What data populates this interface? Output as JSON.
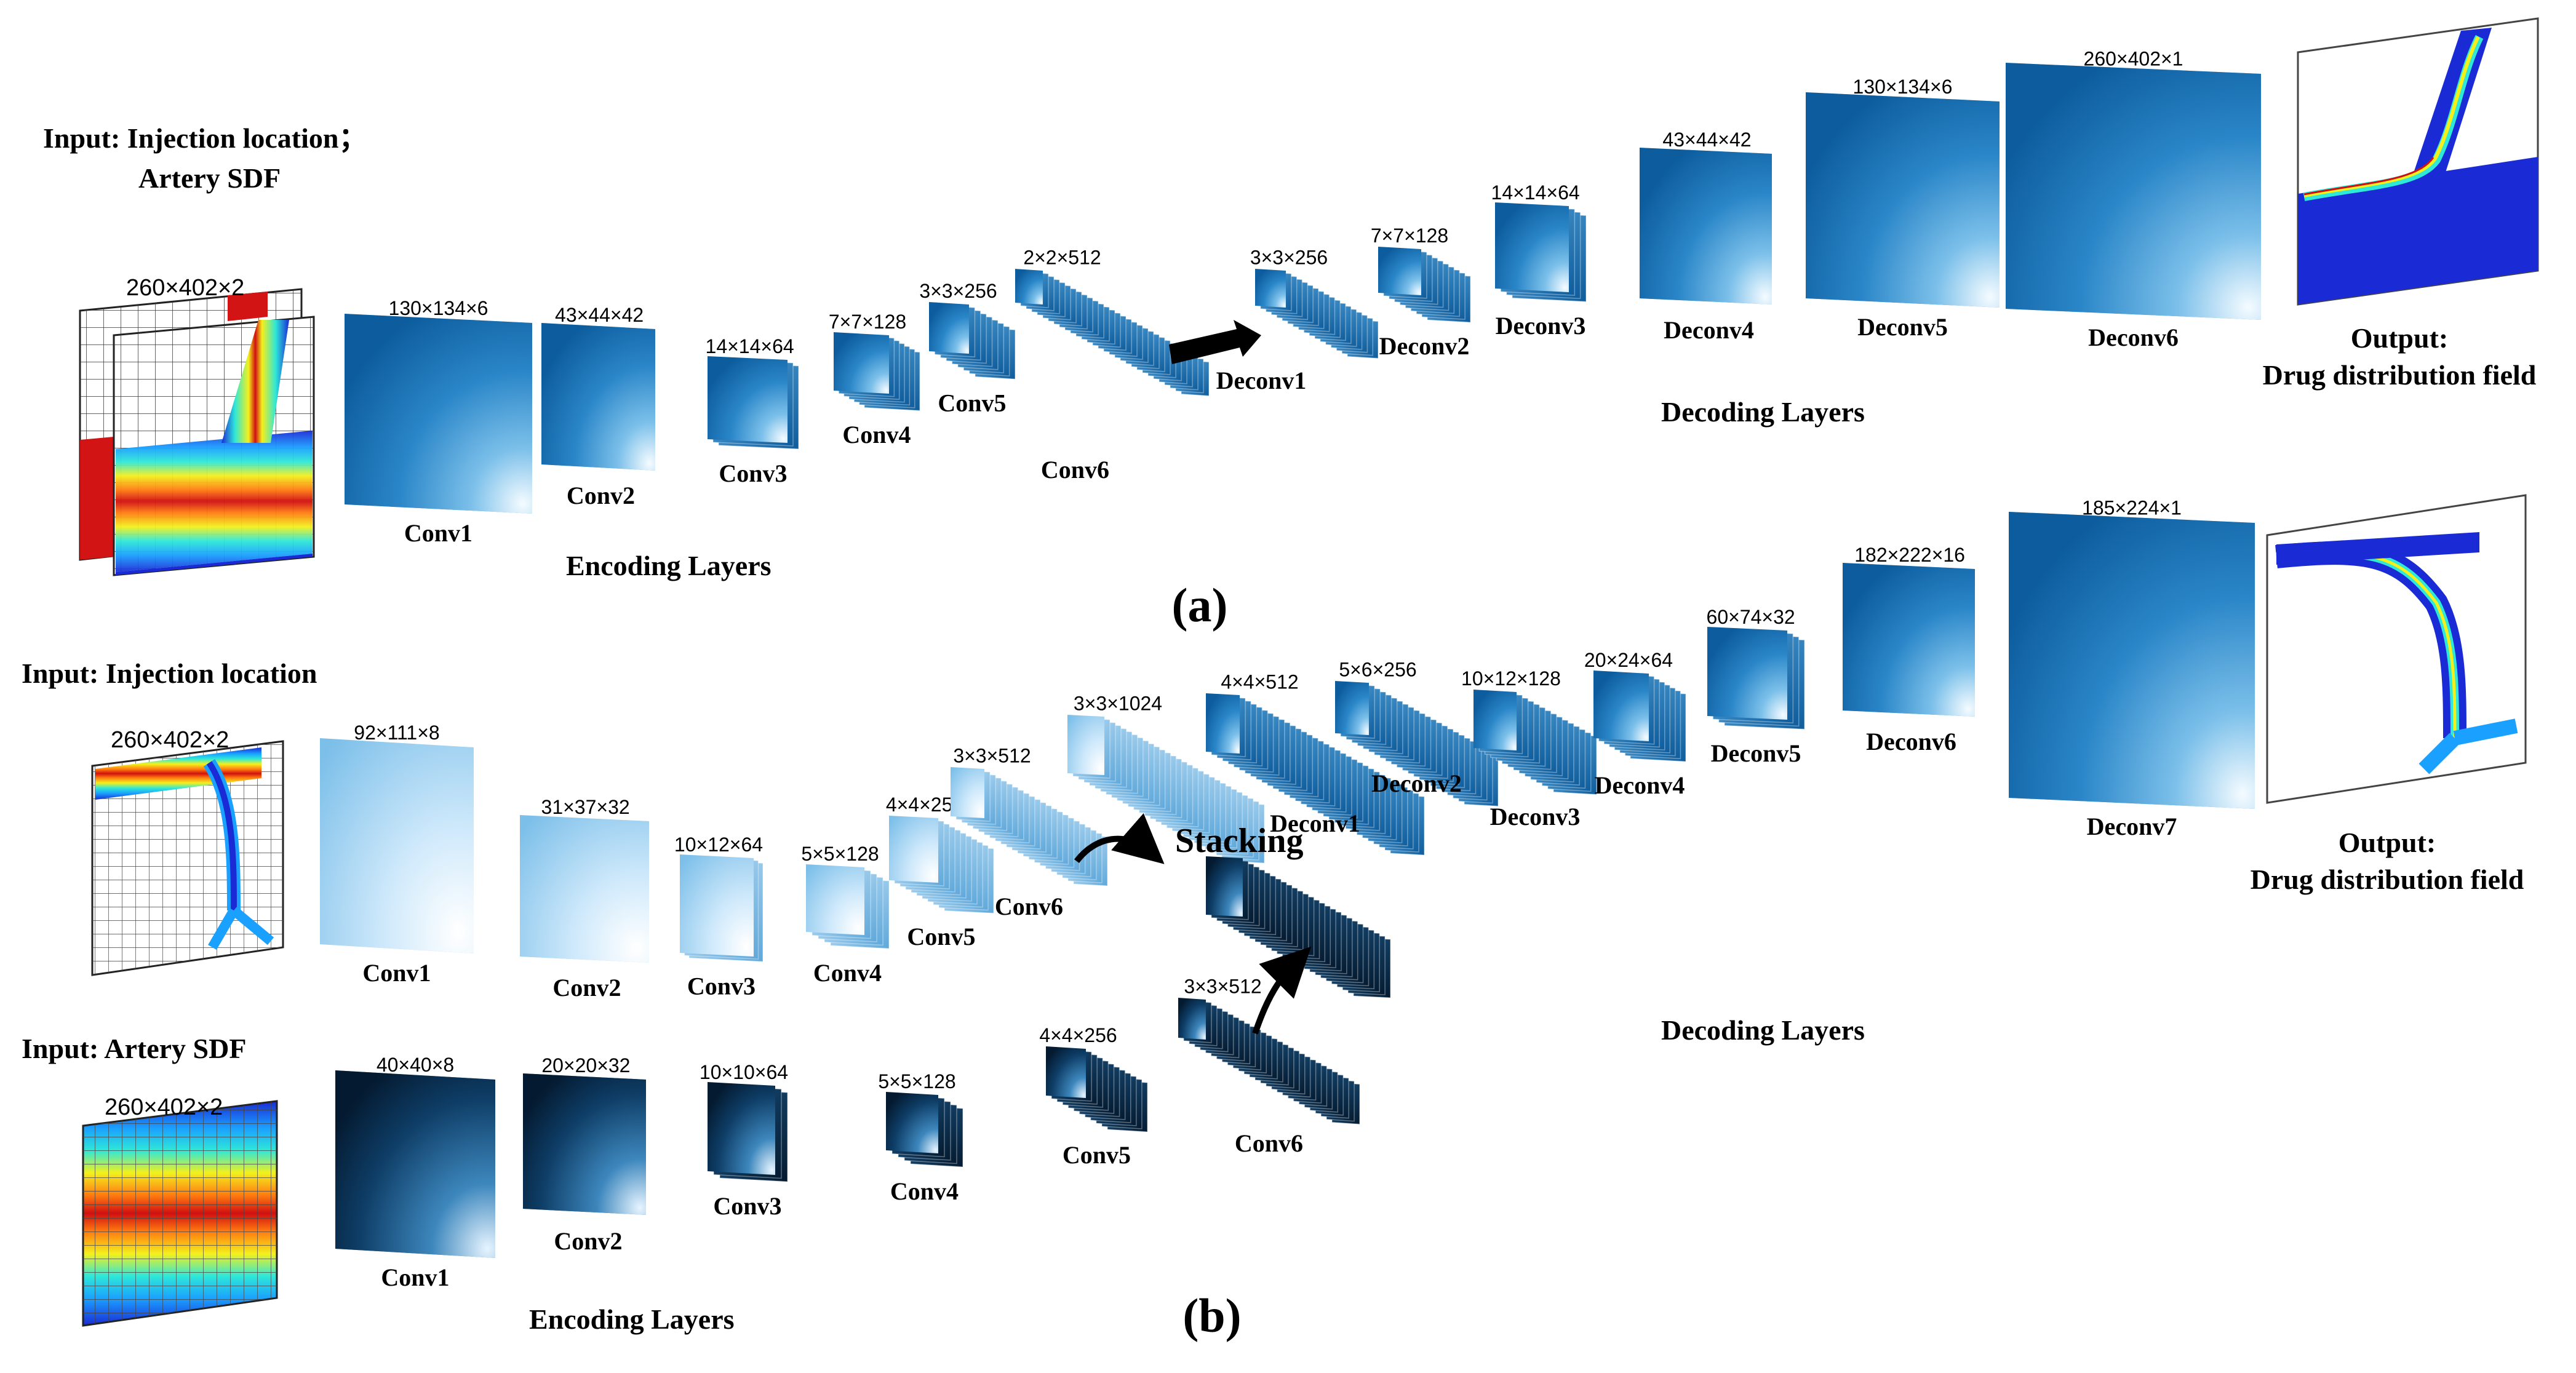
{
  "colors": {
    "blue_dark": "#0a5a9c",
    "blue_mid": "#2a86c8",
    "blue_light": "#9fd2f2",
    "blue_pale": "#cfe9fb",
    "navy": "#06243f",
    "white": "#ffffff",
    "text": "#000000"
  },
  "panel_a": {
    "label": "(a)",
    "input_title_line1": "Input: Injection location；",
    "input_title_line2": "Artery SDF",
    "input_dim": "260×402×2",
    "encoding_title": "Encoding Layers",
    "decoding_title": "Decoding Layers",
    "output_line1": "Output:",
    "output_line2": "Drug distribution field",
    "layers": [
      {
        "name": "Conv1",
        "dim": "130×134×6"
      },
      {
        "name": "Conv2",
        "dim": "43×44×42"
      },
      {
        "name": "Conv3",
        "dim": "14×14×64"
      },
      {
        "name": "Conv4",
        "dim": "7×7×128"
      },
      {
        "name": "Conv5",
        "dim": "3×3×256"
      },
      {
        "name": "Conv6",
        "dim": "2×2×512"
      },
      {
        "name": "Deconv1",
        "dim": "3×3×256"
      },
      {
        "name": "Deconv2",
        "dim": "7×7×128"
      },
      {
        "name": "Deconv3",
        "dim": "14×14×64"
      },
      {
        "name": "Deconv4",
        "dim": "43×44×42"
      },
      {
        "name": "Deconv5",
        "dim": "130×134×6"
      },
      {
        "name": "Deconv6",
        "dim": "260×402×1"
      }
    ]
  },
  "panel_b": {
    "label": "(b)",
    "input1_title": "Input: Injection location",
    "input1_dim": "260×402×2",
    "input2_title": "Input: Artery SDF",
    "input2_dim": "260×402×2",
    "stacking_label": "Stacking",
    "encoding_title": "Encoding Layers",
    "decoding_title": "Decoding Layers",
    "output_line1": "Output:",
    "output_line2": "Drug distribution field",
    "encoder1": [
      {
        "name": "Conv1",
        "dim": "92×111×8"
      },
      {
        "name": "Conv2",
        "dim": "31×37×32"
      },
      {
        "name": "Conv3",
        "dim": "10×12×64"
      },
      {
        "name": "Conv4",
        "dim": "5×5×128"
      },
      {
        "name": "Conv5",
        "dim": "4×4×256"
      },
      {
        "name": "Conv6",
        "dim": "3×3×512"
      }
    ],
    "encoder2": [
      {
        "name": "Conv1",
        "dim": "40×40×8"
      },
      {
        "name": "Conv2",
        "dim": "20×20×32"
      },
      {
        "name": "Conv3",
        "dim": "10×10×64"
      },
      {
        "name": "Conv4",
        "dim": "5×5×128"
      },
      {
        "name": "Conv5",
        "dim": "4×4×256"
      },
      {
        "name": "Conv6",
        "dim": "3×3×512"
      }
    ],
    "stacked_dim": "3×3×1024",
    "decoder": [
      {
        "name": "Deconv1",
        "dim": "4×4×512"
      },
      {
        "name": "Deconv2",
        "dim": "5×6×256"
      },
      {
        "name": "Deconv3",
        "dim": "10×12×128"
      },
      {
        "name": "Deconv4",
        "dim": "20×24×64"
      },
      {
        "name": "Deconv5",
        "dim": "60×74×32"
      },
      {
        "name": "Deconv6",
        "dim": "182×222×16"
      },
      {
        "name": "Deconv7",
        "dim": "185×224×1"
      }
    ]
  }
}
